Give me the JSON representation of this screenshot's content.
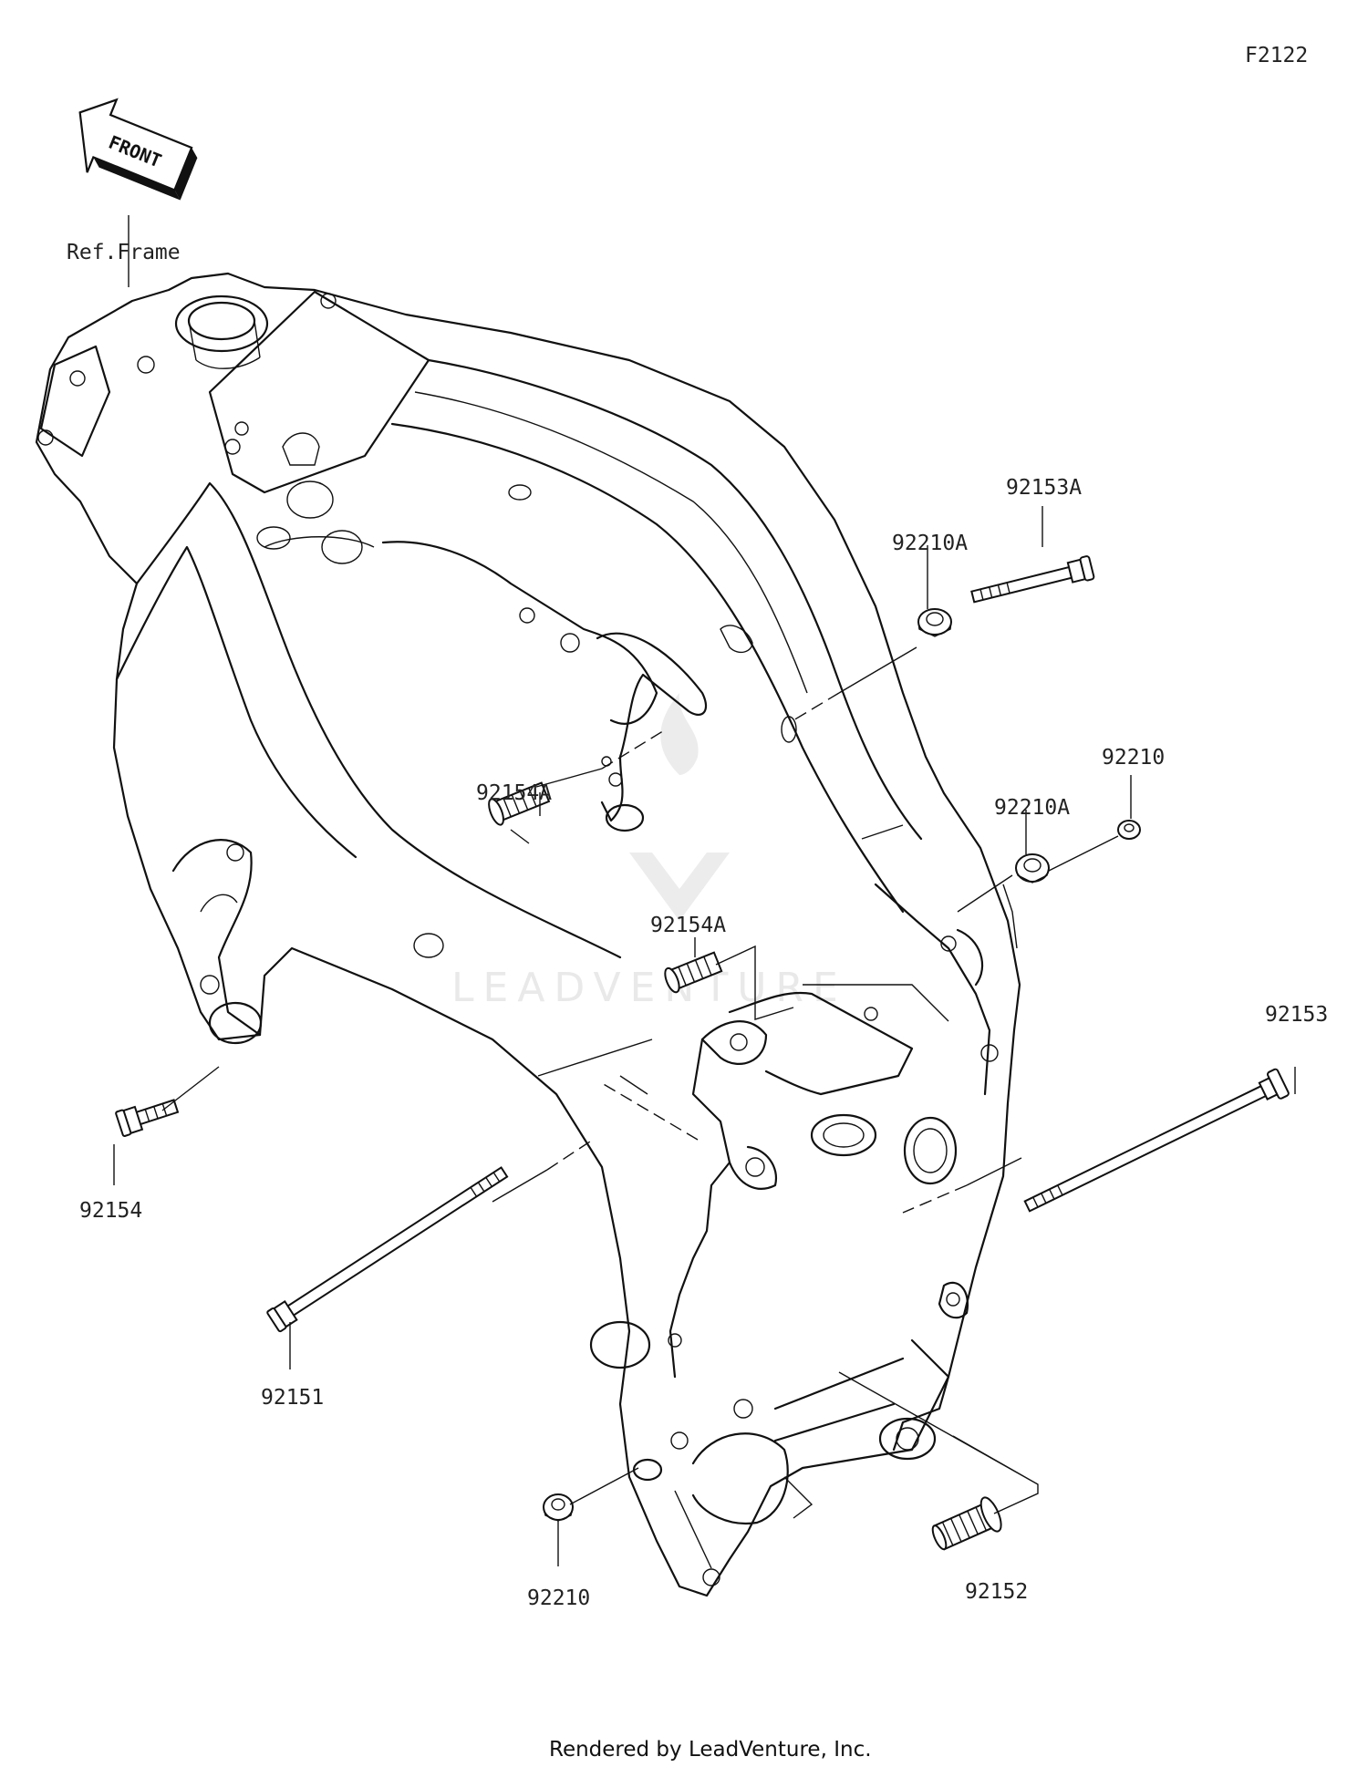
{
  "figure_code": "F2122",
  "front_label": "FRONT",
  "watermark": "LEADVENTURE",
  "footer": "Rendered by LeadVenture, Inc.",
  "callouts": {
    "ref_frame": "Ref.Frame",
    "p92153A": "92153A",
    "p92210A_top": "92210A",
    "p92210_right": "92210",
    "p92210A_mid": "92210A",
    "p92154A_top": "92154A",
    "p92154A_mid": "92154A",
    "p92153": "92153",
    "p92154": "92154",
    "p92151": "92151",
    "p92210_bottom": "92210",
    "p92152": "92152"
  }
}
